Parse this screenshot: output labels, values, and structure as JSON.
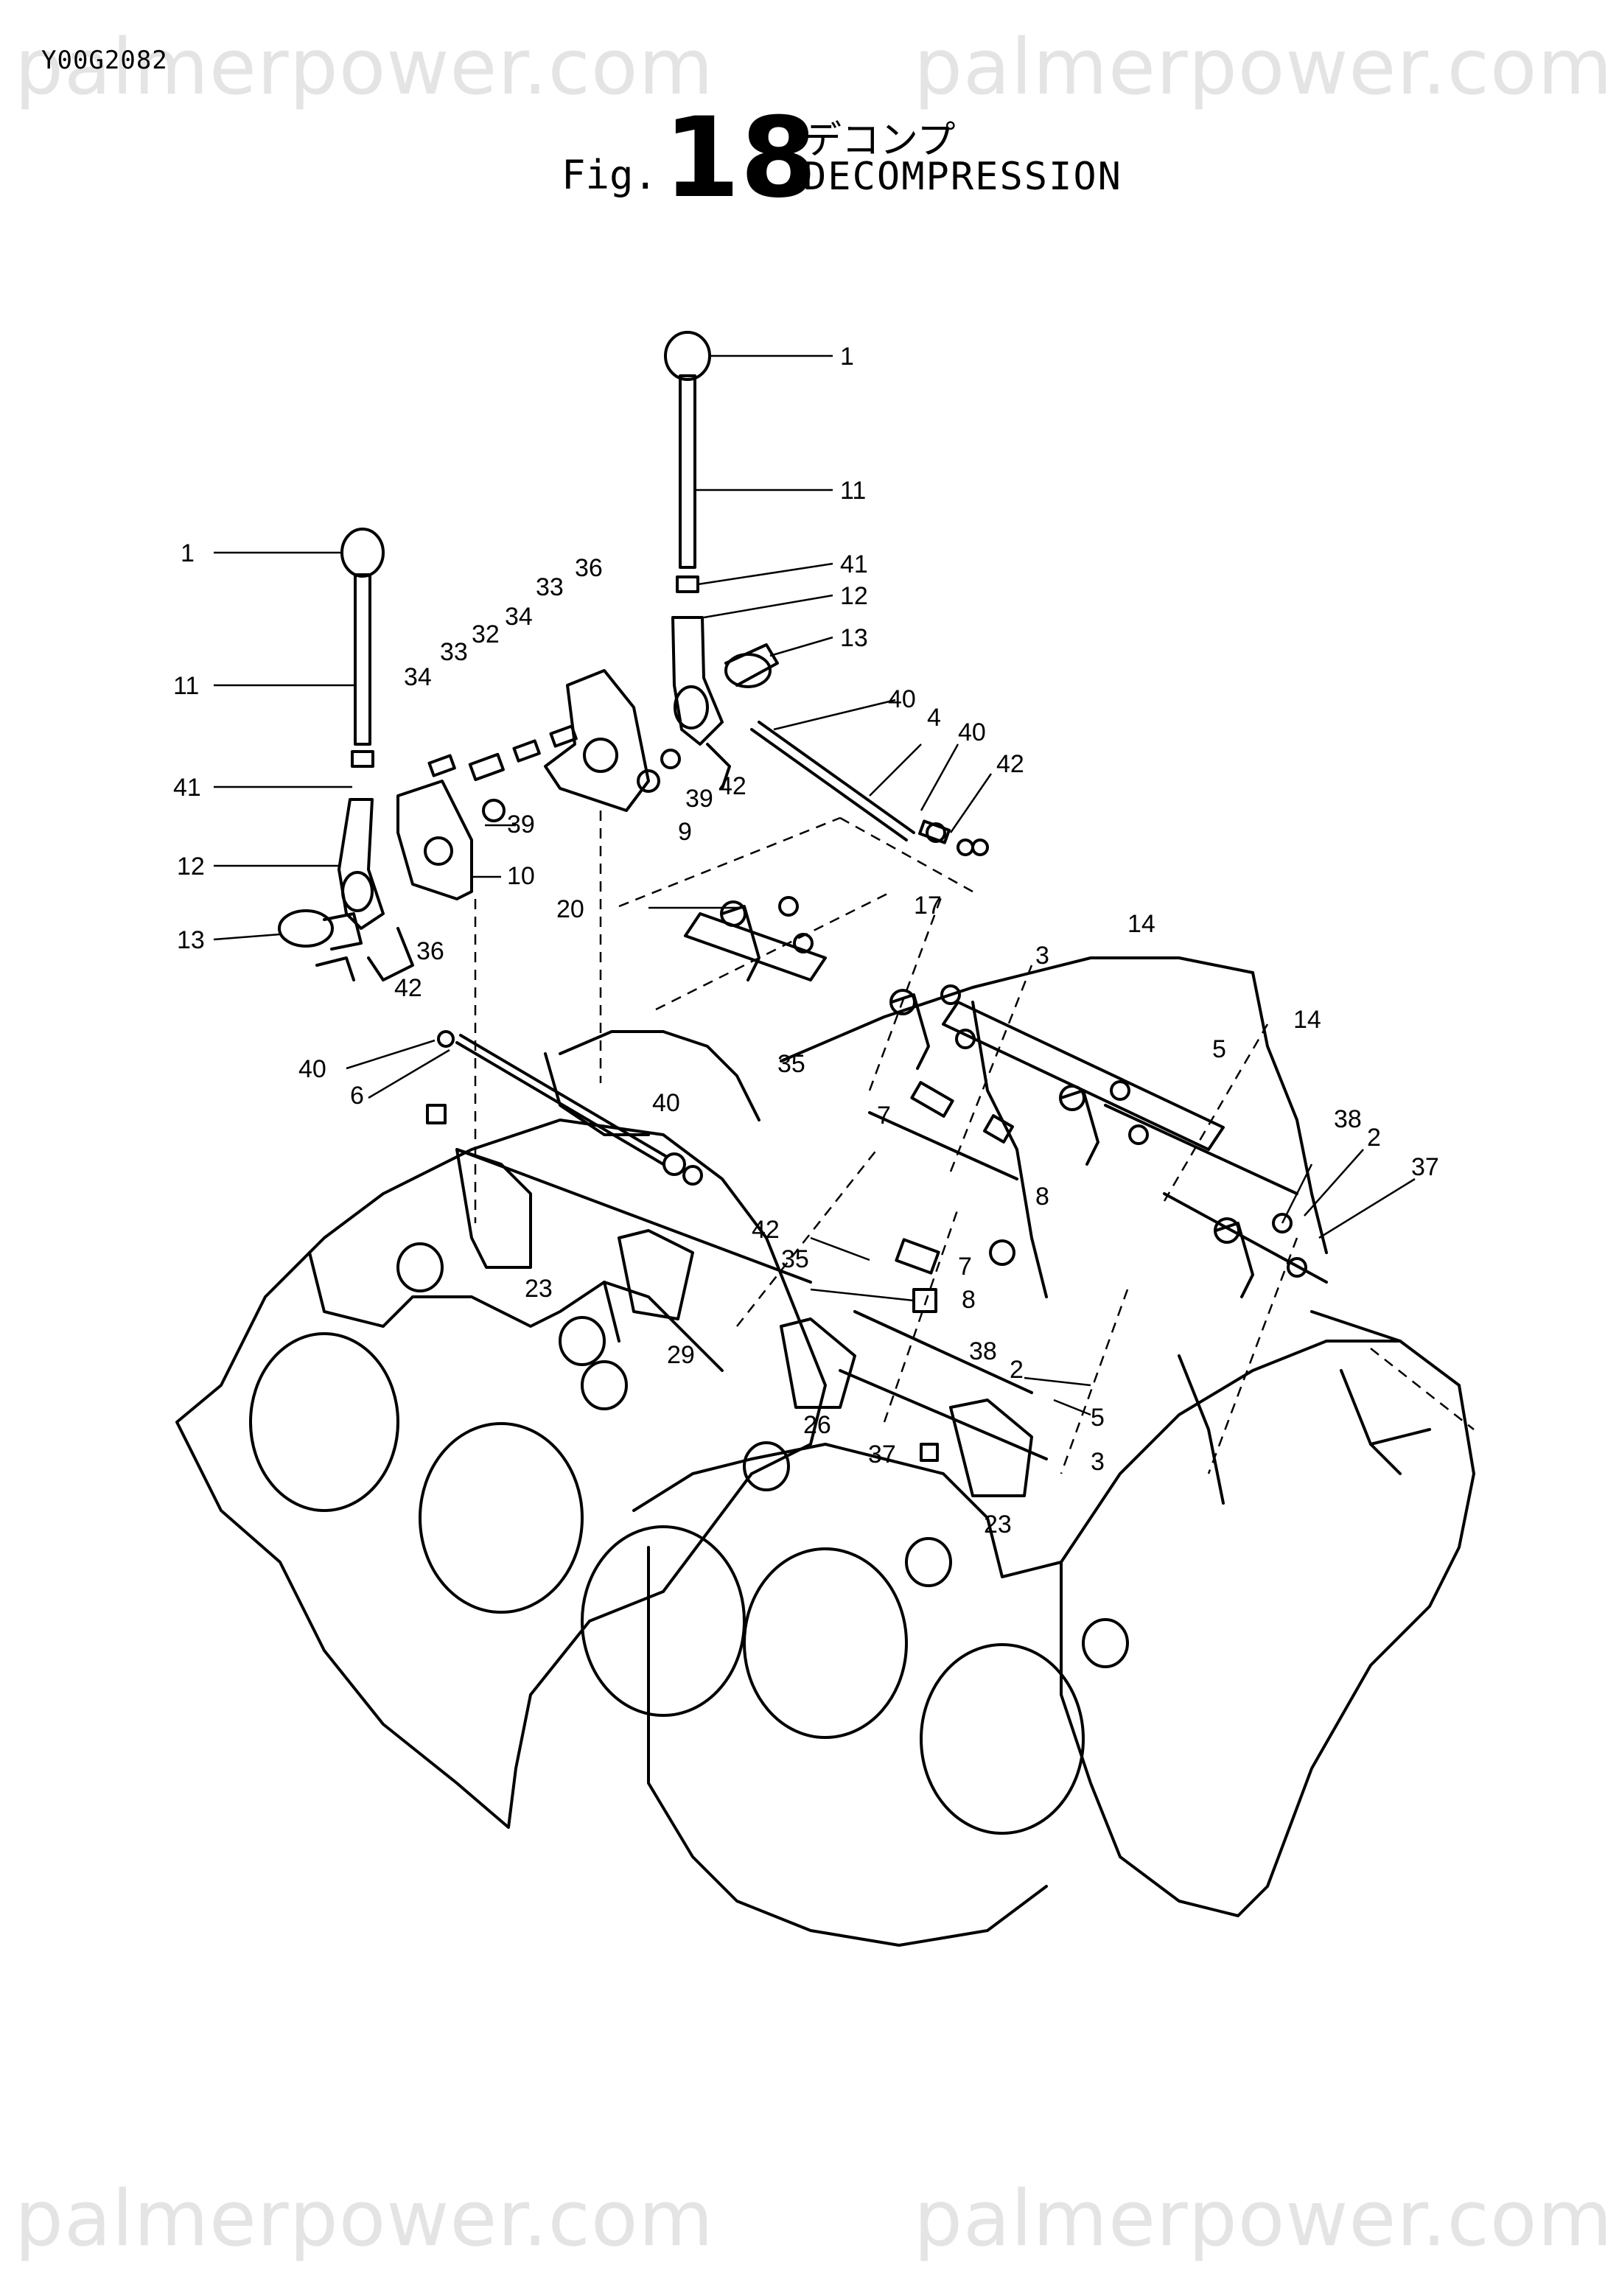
{
  "watermark": "palmerpower.com",
  "doc_id": "Y00G2082",
  "figure": {
    "prefix": "Fig.",
    "number": "18",
    "title_jp": "デコンプ",
    "title_en": "DECOMPRESSION"
  },
  "callouts": {
    "c01": "1",
    "c02": "11",
    "c03": "41",
    "c04": "12",
    "c05": "13",
    "c06": "40",
    "c07": "4",
    "c08": "40",
    "c09": "42",
    "c10": "36",
    "c11": "33",
    "c12": "34",
    "c13": "32",
    "c14": "33",
    "c15": "34",
    "c16": "39",
    "c17": "42",
    "c18": "9",
    "c19": "39",
    "c20": "10",
    "c21": "1",
    "c22": "11",
    "c23": "41",
    "c24": "12",
    "c25": "13",
    "c26": "36",
    "c27": "42",
    "c28": "20",
    "c29": "17",
    "c30": "3",
    "c31": "14",
    "c32": "14",
    "c33": "5",
    "c34": "38",
    "c35": "2",
    "c36": "37",
    "c37": "40",
    "c38": "6",
    "c39": "35",
    "c40": "40",
    "c41": "7",
    "c42": "8",
    "c43": "42",
    "c44": "35",
    "c45": "7",
    "c46": "8",
    "c47": "23",
    "c48": "29",
    "c49": "38",
    "c50": "2",
    "c51": "5",
    "c52": "3",
    "c53": "26",
    "c54": "37",
    "c55": "23"
  }
}
